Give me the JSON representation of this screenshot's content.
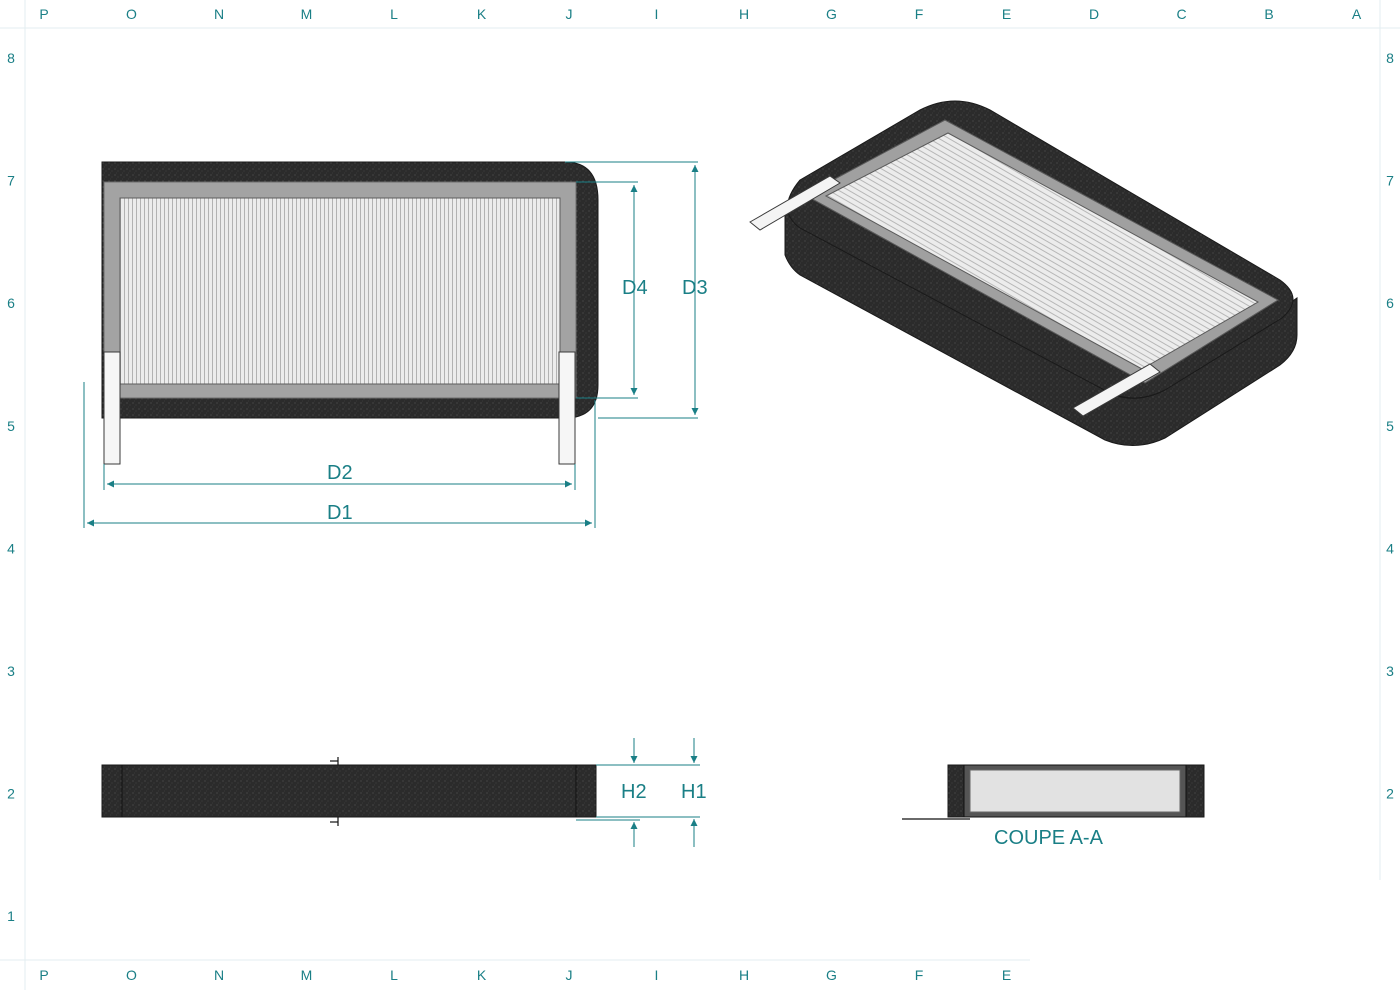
{
  "colors": {
    "accent": "#1a7f86",
    "foam": "#2a2a2a",
    "frame": "#9c9c9c",
    "pleat": "#e9e9e9",
    "tab": "#f4f4f4"
  },
  "border": {
    "top_columns": [
      "P",
      "O",
      "N",
      "M",
      "L",
      "K",
      "J",
      "I",
      "H",
      "G",
      "F",
      "E",
      "D",
      "C",
      "B",
      "A"
    ],
    "bottom_columns": [
      "P",
      "O",
      "N",
      "M",
      "L",
      "K",
      "J",
      "I",
      "H",
      "G",
      "F",
      "E"
    ],
    "left_rows": [
      "8",
      "7",
      "6",
      "5",
      "4",
      "3",
      "2",
      "1"
    ],
    "right_rows": [
      "8",
      "7",
      "6",
      "5",
      "4",
      "3",
      "2"
    ]
  },
  "dimensions": {
    "d1": "D1",
    "d2": "D2",
    "d3": "D3",
    "d4": "D4",
    "h1": "H1",
    "h2": "H2"
  },
  "section_label": "COUPE A-A"
}
